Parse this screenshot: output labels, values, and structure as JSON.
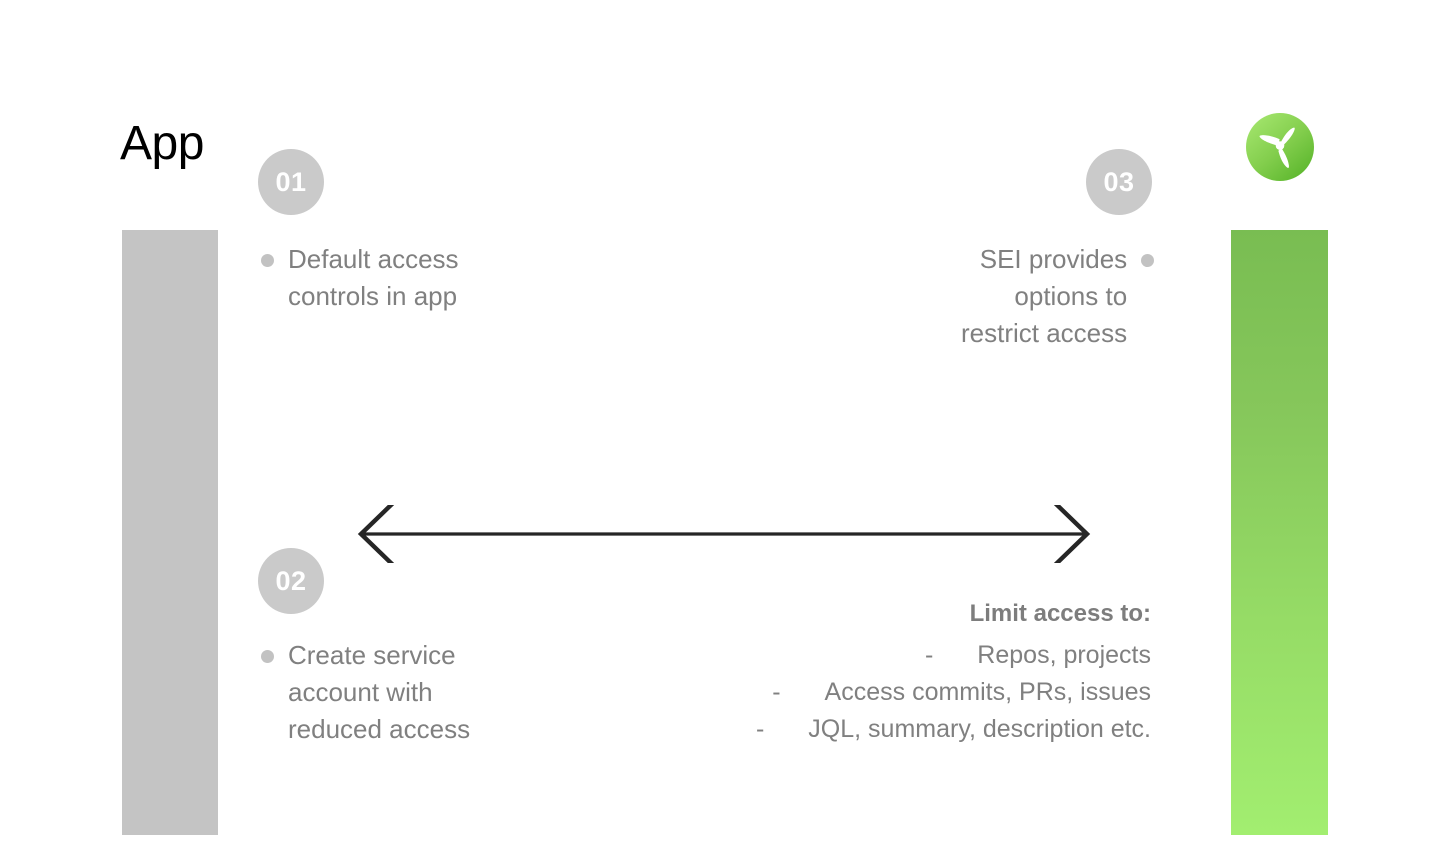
{
  "slide": {
    "title": "App",
    "accent_green": "#86c75b",
    "bar_gray": "#c4c4c4",
    "circle_gray": "#cacaca",
    "text_gray": "#808080"
  },
  "logo": {
    "name": "sei-propeller-logo",
    "circle_gradient_from": "#a8e86e",
    "circle_gradient_to": "#5cb82e",
    "blade_color": "#ffffff"
  },
  "steps": [
    {
      "number": "01",
      "bullet": "Default access\ncontrols in app",
      "align": "left"
    },
    {
      "number": "02",
      "bullet": "Create service\naccount with\nreduced access",
      "align": "left"
    },
    {
      "number": "03",
      "bullet": "SEI provides\noptions to\nrestrict access",
      "align": "right"
    }
  ],
  "arrow": {
    "name": "double-headed-arrow",
    "direction": "both",
    "color": "#262626"
  },
  "limit_access": {
    "heading": "Limit access to:",
    "dash": "-",
    "items": [
      "Repos, projects",
      "Access commits, PRs, issues",
      "JQL, summary, description etc."
    ]
  }
}
